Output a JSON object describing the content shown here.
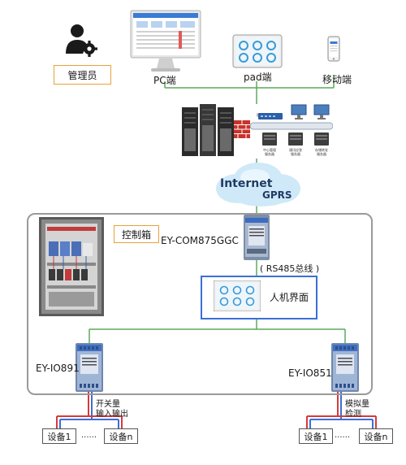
{
  "top": {
    "admin_label": "管理员",
    "pc_label": "PC端",
    "pad_label": "pad端",
    "mobile_label": "移动端"
  },
  "network": {
    "server_labels": [
      "中心管理\n服务器",
      "通讯应答\n服务器",
      "存储转发\n服务器"
    ],
    "firewall_label": "防火墙",
    "internet_label": "Internet",
    "gprs_label": "GPRS"
  },
  "cabinet": {
    "title": "控制箱",
    "gateway_label": "EY-COM875GGC",
    "bus_label": "( RS485总线 )",
    "hmi_label": "人机界面",
    "io_left_label": "EY-IO891",
    "io_right_label": "EY-IO851",
    "left_signal_line1": "开关量",
    "left_signal_line2": "输入输出",
    "right_signal_line1": "模拟量",
    "right_signal_line2": "检测"
  },
  "devices": {
    "left": {
      "first": "设备1",
      "dots": "......",
      "last": "设备n"
    },
    "right": {
      "first": "设备1",
      "dots": "......",
      "last": "设备n"
    }
  },
  "colors": {
    "line_green": "#5aaa5a",
    "line_red": "#d83a3a",
    "line_blue": "#3a6fd8",
    "orange": "#e8a23a"
  }
}
